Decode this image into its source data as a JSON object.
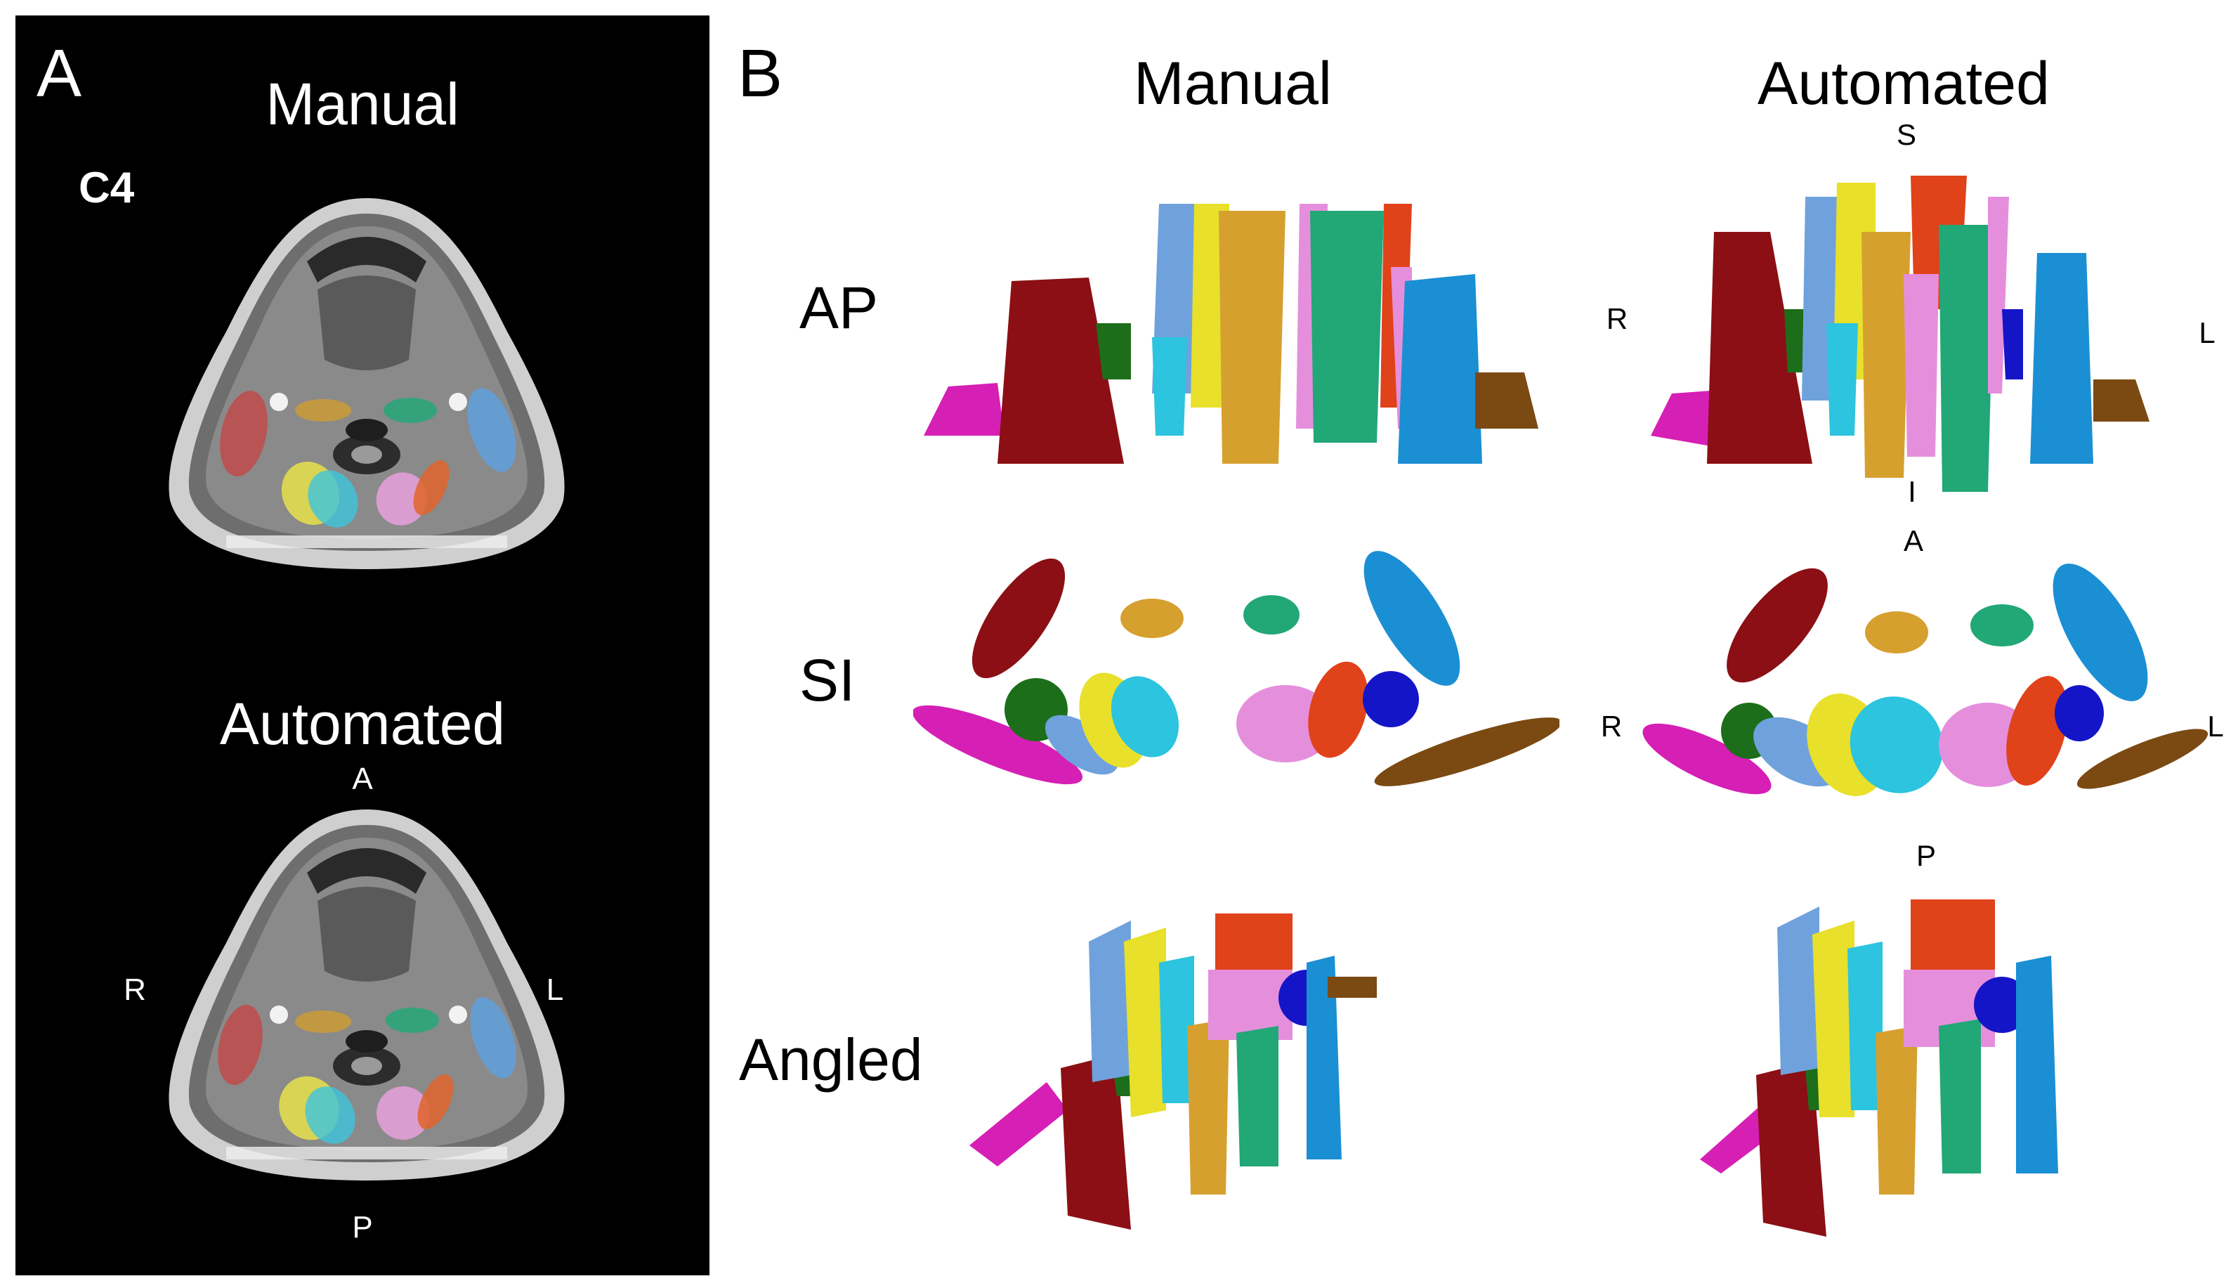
{
  "panel_a": {
    "label": "A",
    "top_title": "Manual",
    "bottom_title": "Automated",
    "level": "C4",
    "orientation": {
      "anterior": "A",
      "posterior": "P",
      "right": "R",
      "left": "L"
    }
  },
  "panel_b": {
    "label": "B",
    "col_manual": "Manual",
    "col_automated": "Automated",
    "rows": {
      "ap": "AP",
      "si": "SI",
      "angled": "Angled"
    },
    "ap_orientation": {
      "superior": "S",
      "inferior": "I",
      "right": "R",
      "left": "L"
    },
    "si_orientation": {
      "anterior": "A",
      "posterior": "P",
      "right": "R",
      "left": "L"
    }
  },
  "structure_colors": {
    "dark_red": "#8b0f14",
    "magenta": "#d61fb5",
    "dark_green": "#1d6e1a",
    "light_blue": "#6fa2dc",
    "yellow": "#e8e02a",
    "cyan": "#2cc4de",
    "gold": "#d6a02f",
    "green": "#22a777",
    "pink": "#e58fdc",
    "orange_red": "#e0421a",
    "blue": "#1b8fd3",
    "navy": "#1515c8",
    "brown": "#7a4a12"
  }
}
